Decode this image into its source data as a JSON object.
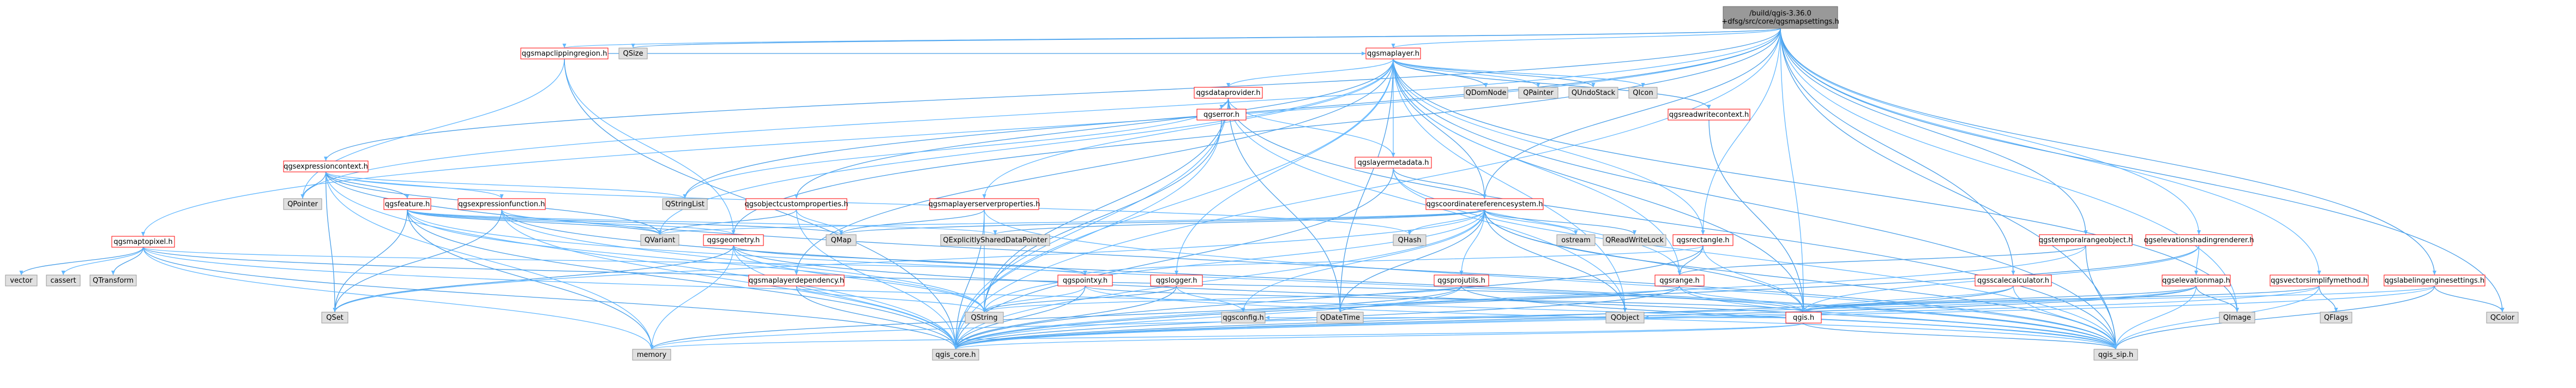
{
  "diagram": {
    "style": {
      "root_fill": "#999999",
      "root_stroke": "#666666",
      "linked_fill": "#ffffff",
      "linked_stroke": "#ff0000",
      "external_fill": "#e0e0e0",
      "external_stroke": "#999999",
      "edge_color": "#63b8ff"
    },
    "nodes": {
      "root": {
        "lines": [
          "/build/qgis-3.36.0",
          "+dfsg/src/core/qgsmapsettings.h"
        ],
        "kind": "root"
      },
      "qgsmapclippingregion": {
        "lines": [
          "qgsmapclippingregion.h"
        ],
        "kind": "linked"
      },
      "qsize": {
        "lines": [
          "QSize"
        ],
        "kind": "external"
      },
      "qgsmaplayer": {
        "lines": [
          "qgsmaplayer.h"
        ],
        "kind": "linked"
      },
      "qgsexpressioncontext": {
        "lines": [
          "qgsexpressioncontext.h"
        ],
        "kind": "linked"
      },
      "qgsmaptopixel": {
        "lines": [
          "qgsmaptopixel.h"
        ],
        "kind": "linked"
      },
      "qgsdataprovider": {
        "lines": [
          "qgsdataprovider.h"
        ],
        "kind": "linked"
      },
      "qdomnode": {
        "lines": [
          "QDomNode"
        ],
        "kind": "external"
      },
      "qpainter": {
        "lines": [
          "QPainter"
        ],
        "kind": "external"
      },
      "qundostack": {
        "lines": [
          "QUndoStack"
        ],
        "kind": "external"
      },
      "qicon": {
        "lines": [
          "QIcon"
        ],
        "kind": "external"
      },
      "qgsreadwritecontext": {
        "lines": [
          "qgsreadwritecontext.h"
        ],
        "kind": "linked"
      },
      "qgserror": {
        "lines": [
          "qgserror.h"
        ],
        "kind": "linked"
      },
      "qgslayermetadata": {
        "lines": [
          "qgslayermetadata.h"
        ],
        "kind": "linked"
      },
      "qgsobjectcustomproperties": {
        "lines": [
          "qgsobjectcustomproperties.h"
        ],
        "kind": "linked"
      },
      "qgsmaplayerserverproperties": {
        "lines": [
          "qgsmaplayerserverproperties.h"
        ],
        "kind": "linked"
      },
      "qgscoordinatereferencesystem": {
        "lines": [
          "qgscoordinatereferencesystem.h"
        ],
        "kind": "linked"
      },
      "qgsfeature": {
        "lines": [
          "qgsfeature.h"
        ],
        "kind": "linked"
      },
      "qgsexpressionfunction": {
        "lines": [
          "qgsexpressionfunction.h"
        ],
        "kind": "linked"
      },
      "qpointer": {
        "lines": [
          "QPointer"
        ],
        "kind": "external"
      },
      "qstringlist": {
        "lines": [
          "QStringList"
        ],
        "kind": "external"
      },
      "qvariant": {
        "lines": [
          "QVariant"
        ],
        "kind": "external"
      },
      "qmap": {
        "lines": [
          "QMap"
        ],
        "kind": "external"
      },
      "qexplicitlyshareddatapointer": {
        "lines": [
          "QExplicitlySharedDataPointer"
        ],
        "kind": "external"
      },
      "qhash": {
        "lines": [
          "QHash"
        ],
        "kind": "external"
      },
      "ostream": {
        "lines": [
          "ostream"
        ],
        "kind": "external"
      },
      "qreadwritelock": {
        "lines": [
          "QReadWriteLock"
        ],
        "kind": "external"
      },
      "qgsrectangle": {
        "lines": [
          "qgsrectangle.h"
        ],
        "kind": "linked"
      },
      "qgstemporalrangeobject": {
        "lines": [
          "qgstemporalrangeobject.h"
        ],
        "kind": "linked"
      },
      "qgselevationshadingrenderer": {
        "lines": [
          "qgselevationshadingrenderer.h"
        ],
        "kind": "linked"
      },
      "qgsgeometry": {
        "lines": [
          "qgsgeometry.h"
        ],
        "kind": "linked"
      },
      "qgslogger": {
        "lines": [
          "qgslogger.h"
        ],
        "kind": "linked"
      },
      "qgspointxy": {
        "lines": [
          "qgspointxy.h"
        ],
        "kind": "linked"
      },
      "qgsprojutils": {
        "lines": [
          "qgsprojutils.h"
        ],
        "kind": "linked"
      },
      "qgsrange": {
        "lines": [
          "qgsrange.h"
        ],
        "kind": "linked"
      },
      "qgsmaplayerdependency": {
        "lines": [
          "qgsmaplayerdependency.h"
        ],
        "kind": "linked"
      },
      "qgsscalecalculator": {
        "lines": [
          "qgsscalecalculator.h"
        ],
        "kind": "linked"
      },
      "qgselevationmap": {
        "lines": [
          "qgselevationmap.h"
        ],
        "kind": "linked"
      },
      "qgsvectorsimplifymethod": {
        "lines": [
          "qgsvectorsimplifymethod.h"
        ],
        "kind": "linked"
      },
      "qgslabelingenginesettings": {
        "lines": [
          "qgslabelingenginesettings.h"
        ],
        "kind": "linked"
      },
      "vector": {
        "lines": [
          "vector"
        ],
        "kind": "external"
      },
      "cassert": {
        "lines": [
          "cassert"
        ],
        "kind": "external"
      },
      "qtransform": {
        "lines": [
          "QTransform"
        ],
        "kind": "external"
      },
      "qset": {
        "lines": [
          "QSet"
        ],
        "kind": "external"
      },
      "qstring": {
        "lines": [
          "QString"
        ],
        "kind": "external"
      },
      "qgsconfig": {
        "lines": [
          "qgsconfig.h"
        ],
        "kind": "external"
      },
      "qdatetime": {
        "lines": [
          "QDateTime"
        ],
        "kind": "external"
      },
      "qobject": {
        "lines": [
          "QObject"
        ],
        "kind": "external"
      },
      "qgs": {
        "lines": [
          "qgis.h"
        ],
        "kind": "linked"
      },
      "qimage": {
        "lines": [
          "QImage"
        ],
        "kind": "external"
      },
      "qflags": {
        "lines": [
          "QFlags"
        ],
        "kind": "external"
      },
      "qcolor": {
        "lines": [
          "QColor"
        ],
        "kind": "external"
      },
      "memory": {
        "lines": [
          "memory"
        ],
        "kind": "external"
      },
      "qgis_core": {
        "lines": [
          "qgis_core.h"
        ],
        "kind": "external"
      },
      "qgis_sip": {
        "lines": [
          "qgis_sip.h"
        ],
        "kind": "external"
      }
    },
    "edges": [
      [
        "root",
        "qgsmapclippingregion"
      ],
      [
        "root",
        "qsize"
      ],
      [
        "root",
        "qgsmaplayer"
      ],
      [
        "root",
        "qgsexpressioncontext"
      ],
      [
        "root",
        "qgsmaptopixel"
      ],
      [
        "root",
        "qgscoordinatereferencesystem"
      ],
      [
        "root",
        "qgsrectangle"
      ],
      [
        "root",
        "qgstemporalrangeobject"
      ],
      [
        "root",
        "qgselevationshadingrenderer"
      ],
      [
        "root",
        "qgsscalecalculator"
      ],
      [
        "root",
        "qgsvectorsimplifymethod"
      ],
      [
        "root",
        "qgslabelingenginesettings"
      ],
      [
        "root",
        "qgis_core"
      ],
      [
        "root",
        "qgis_sip"
      ],
      [
        "root",
        "qimage"
      ],
      [
        "root",
        "qcolor"
      ],
      [
        "root",
        "qpointer"
      ],
      [
        "root",
        "qstringlist"
      ],
      [
        "root",
        "qgs"
      ],
      [
        "root",
        "qgsgeometry"
      ],
      [
        "qgsmapclippingregion",
        "qgsgeometry"
      ],
      [
        "qgsmapclippingregion",
        "qgsmaplayer"
      ],
      [
        "qgsmapclippingregion",
        "qpointer"
      ],
      [
        "qgsmapclippingregion",
        "qgis_core"
      ],
      [
        "qgsmaplayer",
        "qgsdataprovider"
      ],
      [
        "qgsmaplayer",
        "qdomnode"
      ],
      [
        "qgsmaplayer",
        "qpainter"
      ],
      [
        "qgsmaplayer",
        "qundostack"
      ],
      [
        "qgsmaplayer",
        "qicon"
      ],
      [
        "qgsmaplayer",
        "qgsreadwritecontext"
      ],
      [
        "qgsmaplayer",
        "qgslayermetadata"
      ],
      [
        "qgsmaplayer",
        "qgsobjectcustomproperties"
      ],
      [
        "qgsmaplayer",
        "qgsmaplayerserverproperties"
      ],
      [
        "qgsmaplayer",
        "qgscoordinatereferencesystem"
      ],
      [
        "qgsmaplayer",
        "qgsrectangle"
      ],
      [
        "qgsmaplayer",
        "qgsmaplayerdependency"
      ],
      [
        "qgsmaplayer",
        "qgslogger"
      ],
      [
        "qgsmaplayer",
        "qgs"
      ],
      [
        "qgsmaplayer",
        "qgis_core"
      ],
      [
        "qgsmaplayer",
        "qgis_sip"
      ],
      [
        "qgsmaplayer",
        "qobject"
      ],
      [
        "qgsmaplayer",
        "qdatetime"
      ],
      [
        "qgsmaplayer",
        "qvariant"
      ],
      [
        "qgsmaplayer",
        "qimage"
      ],
      [
        "qgsmaplayer",
        "qgsrange"
      ],
      [
        "qgsdataprovider",
        "qgserror"
      ],
      [
        "qgsdataprovider",
        "qgslayermetadata"
      ],
      [
        "qgsdataprovider",
        "qgsdatetime"
      ],
      [
        "qgsdataprovider",
        "qobject"
      ],
      [
        "qgsdataprovider",
        "qstring"
      ],
      [
        "qgsdataprovider",
        "qstringlist"
      ],
      [
        "qgsdataprovider",
        "qdatetime"
      ],
      [
        "qgsdataprovider",
        "qgis_core"
      ],
      [
        "qgsdataprovider",
        "qgis_sip"
      ],
      [
        "qgserror",
        "qgis_core"
      ],
      [
        "qgserror",
        "qstring"
      ],
      [
        "qgserror",
        "qlist"
      ],
      [
        "qgslayermetadata",
        "qgscoordinatereferencesystem"
      ],
      [
        "qgslayermetadata",
        "qgsrange"
      ],
      [
        "qgslayermetadata",
        "qgis_core"
      ],
      [
        "qgslayermetadata",
        "qgis_sip"
      ],
      [
        "qgsreadwritecontext",
        "qgs"
      ],
      [
        "qgsobjectcustomproperties",
        "qmap"
      ],
      [
        "qgsobjectcustomproperties",
        "qvariant"
      ],
      [
        "qgsobjectcustomproperties",
        "qgis_core"
      ],
      [
        "qgsmaplayerserverproperties",
        "qgis_core"
      ],
      [
        "qgsmaplayerserverproperties",
        "qgis_sip"
      ],
      [
        "qgsmaplayerserverproperties",
        "qmap"
      ],
      [
        "qgsmaplayerserverproperties",
        "qstring"
      ],
      [
        "qgsmaplayerserverproperties",
        "qmetaobject"
      ],
      [
        "qgscoordinatereferencesystem",
        "qvariant"
      ],
      [
        "qgscoordinatereferencesystem",
        "qmap"
      ],
      [
        "qgscoordinatereferencesystem",
        "qhash"
      ],
      [
        "qgscoordinatereferencesystem",
        "qexplicitlyshareddatapointer"
      ],
      [
        "qgscoordinatereferencesystem",
        "ostream"
      ],
      [
        "qgscoordinatereferencesystem",
        "qreadwritelock"
      ],
      [
        "qgscoordinatereferencesystem",
        "qgsprojutils"
      ],
      [
        "qgscoordinatereferencesystem",
        "qgs"
      ],
      [
        "qgscoordinatereferencesystem",
        "qgis_core"
      ],
      [
        "qgscoordinatereferencesystem",
        "qgis_sip"
      ],
      [
        "qgscoordinatereferencesystem",
        "qstring"
      ],
      [
        "qgscoordinatereferencesystem",
        "qobject"
      ],
      [
        "qgscoordinatereferencesystem",
        "qgsconfig"
      ],
      [
        "qgscoordinatereferencesystem",
        "qdatetime"
      ],
      [
        "qgscoordinatereferencesystem",
        "qset"
      ],
      [
        "qgsexpressioncontext",
        "qgsfeature"
      ],
      [
        "qgsexpressioncontext",
        "qgsexpressionfunction"
      ],
      [
        "qgsexpressioncontext",
        "qpointer"
      ],
      [
        "qgsexpressioncontext",
        "qstringlist"
      ],
      [
        "qgsexpressioncontext",
        "qvariant"
      ],
      [
        "qgsexpressioncontext",
        "qhash"
      ],
      [
        "qgsexpressioncontext",
        "qset"
      ],
      [
        "qgsexpressioncontext",
        "qgis_core"
      ],
      [
        "qgsexpressioncontext",
        "qgis_sip"
      ],
      [
        "qgsexpressioncontext",
        "memory"
      ],
      [
        "qgsfeature",
        "qmap"
      ],
      [
        "qgsfeature",
        "qstring"
      ],
      [
        "qgsfeature",
        "qvariant"
      ],
      [
        "qgsfeature",
        "qgsgeometry"
      ],
      [
        "qgsfeature",
        "qset"
      ],
      [
        "qgsfeature",
        "qexplicitlyshareddatapointer"
      ],
      [
        "qgsfeature",
        "qgis_core"
      ],
      [
        "qgsfeature",
        "qgis_sip"
      ],
      [
        "qgsfeature",
        "memory"
      ],
      [
        "qgsexpressionfunction",
        "qgis_core"
      ],
      [
        "qgsexpressionfunction",
        "qgis_sip"
      ],
      [
        "qgsexpressionfunction",
        "qvariant"
      ],
      [
        "qgsexpressionfunction",
        "qset"
      ],
      [
        "qgsexpressionfunction",
        "qstring"
      ],
      [
        "qgsgeometry",
        "qset"
      ],
      [
        "qgsgeometry",
        "qstring"
      ],
      [
        "qgsgeometry",
        "qgspointxy"
      ],
      [
        "qgsgeometry",
        "qgis_core"
      ],
      [
        "qgsgeometry",
        "qgis_sip"
      ],
      [
        "qgsgeometry",
        "memory"
      ],
      [
        "qgspointxy",
        "qgs"
      ],
      [
        "qgspointxy",
        "qstring"
      ],
      [
        "qgspointxy",
        "qgis_core"
      ],
      [
        "qgspointxy",
        "qgis_sip"
      ],
      [
        "qgslogger",
        "qstring"
      ],
      [
        "qgslogger",
        "qgsconfig"
      ],
      [
        "qgslogger",
        "qgis_core"
      ],
      [
        "qgsprojutils",
        "qgis_core"
      ],
      [
        "qgsprojutils",
        "qgis_sip"
      ],
      [
        "qgsprojutils",
        "qstring"
      ],
      [
        "qgsprojutils",
        "memory"
      ],
      [
        "qgsrectangle",
        "qgs"
      ],
      [
        "qgsrectangle",
        "qgsrange"
      ],
      [
        "qgsrectangle",
        "qgspointxy"
      ],
      [
        "qgsrectangle",
        "qgis_core"
      ],
      [
        "qgsrange",
        "qgs"
      ],
      [
        "qgsrange",
        "qgis_core"
      ],
      [
        "qgsrange",
        "qgis_sip"
      ],
      [
        "qgsrange",
        "qdatetime"
      ],
      [
        "qgs",
        "qgis_core"
      ],
      [
        "qgs",
        "qgis_sip"
      ],
      [
        "qgs",
        "memory"
      ],
      [
        "qgs",
        "qobject"
      ],
      [
        "qgs",
        "qgsconfig"
      ],
      [
        "qgsmaplayerdependency",
        "qgis_core"
      ],
      [
        "qgsmaplayerdependency",
        "qstring"
      ],
      [
        "qgstemporalrangeobject",
        "qgsrange"
      ],
      [
        "qgstemporalrangeobject",
        "qgis_core"
      ],
      [
        "qgstemporalrangeobject",
        "qgis_sip"
      ],
      [
        "qgselevationshadingrenderer",
        "qgselevationmap"
      ],
      [
        "qgselevationshadingrenderer",
        "qgis_core"
      ],
      [
        "qgselevationshadingrenderer",
        "qgs"
      ],
      [
        "qgselevationmap",
        "qgis_core"
      ],
      [
        "qgselevationmap",
        "qgis_sip"
      ],
      [
        "qgselevationmap",
        "qimage"
      ],
      [
        "qgselevationmap",
        "memory"
      ],
      [
        "qgselevationmap",
        "qgs"
      ],
      [
        "qgsscalecalculator",
        "qgs"
      ],
      [
        "qgsscalecalculator",
        "qgis_core"
      ],
      [
        "qgsscalecalculator",
        "qgis_sip"
      ],
      [
        "qgsvectorsimplifymethod",
        "qflags"
      ],
      [
        "qgsvectorsimplifymethod",
        "qgis_core"
      ],
      [
        "qgsvectorsimplifymethod",
        "qgs"
      ],
      [
        "qgsvectorsimplifymethod",
        "qgis_sip"
      ],
      [
        "qgslabelingenginesettings",
        "qcolor"
      ],
      [
        "qgslabelingenginesettings",
        "qgis_core"
      ],
      [
        "qgslabelingenginesettings",
        "qgis_sip"
      ],
      [
        "qgslabelingenginesettings",
        "qgs"
      ],
      [
        "qgsmaptopixel",
        "vector"
      ],
      [
        "qgsmaptopixel",
        "cassert"
      ],
      [
        "qgsmaptopixel",
        "qtransform"
      ],
      [
        "qgsmaptopixel",
        "qgspointxy"
      ],
      [
        "qgsmaptopixel",
        "qgis_core"
      ],
      [
        "qgsmaptopixel",
        "qgis_sip"
      ],
      [
        "qgsmaptopixel",
        "qgs"
      ],
      [
        "qgsmaptopixel",
        "memory"
      ]
    ]
  }
}
